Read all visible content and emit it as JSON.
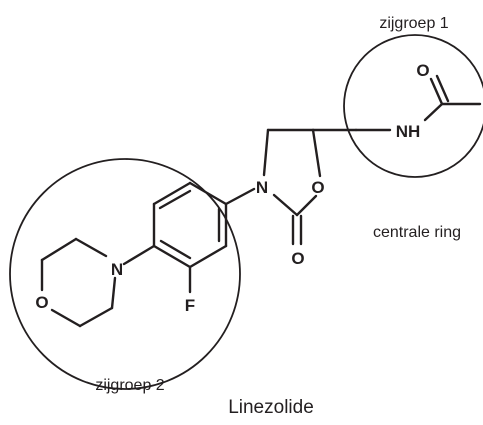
{
  "molecule": {
    "name": "Linezolide"
  },
  "annotations": {
    "side_group_1": "zijgroep 1",
    "side_group_2": "zijgroep 2",
    "central_ring": "centrale ring"
  },
  "atoms": {
    "amide_oxygen": "O",
    "amide_nitrogen": "NH",
    "ring_nitrogen": "N",
    "ring_oxygen": "O",
    "carbonyl_oxygen": "O",
    "morpholine_nitrogen": "N",
    "morpholine_oxygen": "O",
    "fluorine": "F"
  }
}
